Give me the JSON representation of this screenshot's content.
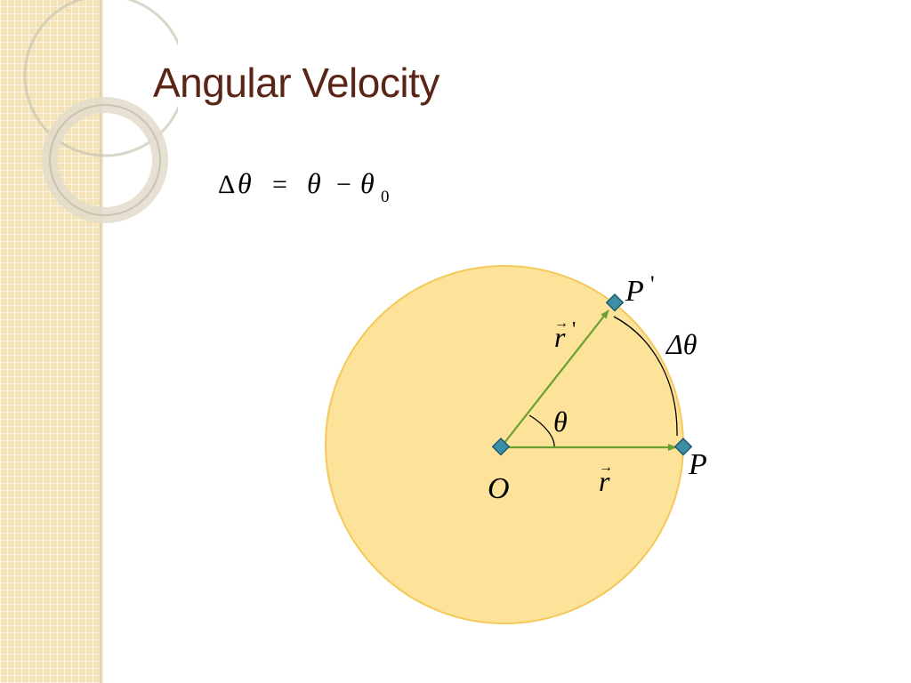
{
  "slide": {
    "title": "Angular Velocity"
  },
  "equation": {
    "delta_symbol": "Δ",
    "theta": "θ",
    "equals": "=",
    "minus": "−",
    "subscript_zero": "0"
  },
  "diagram": {
    "origin_label": "O",
    "point_p_label": "P",
    "point_p_prime_label": "P",
    "prime_mark": "'",
    "vector_r_label": "r",
    "vector_r_prime_label": "r",
    "vector_arrow": "→",
    "angle_label": "θ",
    "delta_theta_label": "Δθ",
    "colors": {
      "disk_fill": "#fde299",
      "disk_stroke": "#f4c95a",
      "vector": "#6aa033",
      "marker_fill": "#3d8fa6",
      "marker_stroke": "#1e5b6e"
    }
  }
}
